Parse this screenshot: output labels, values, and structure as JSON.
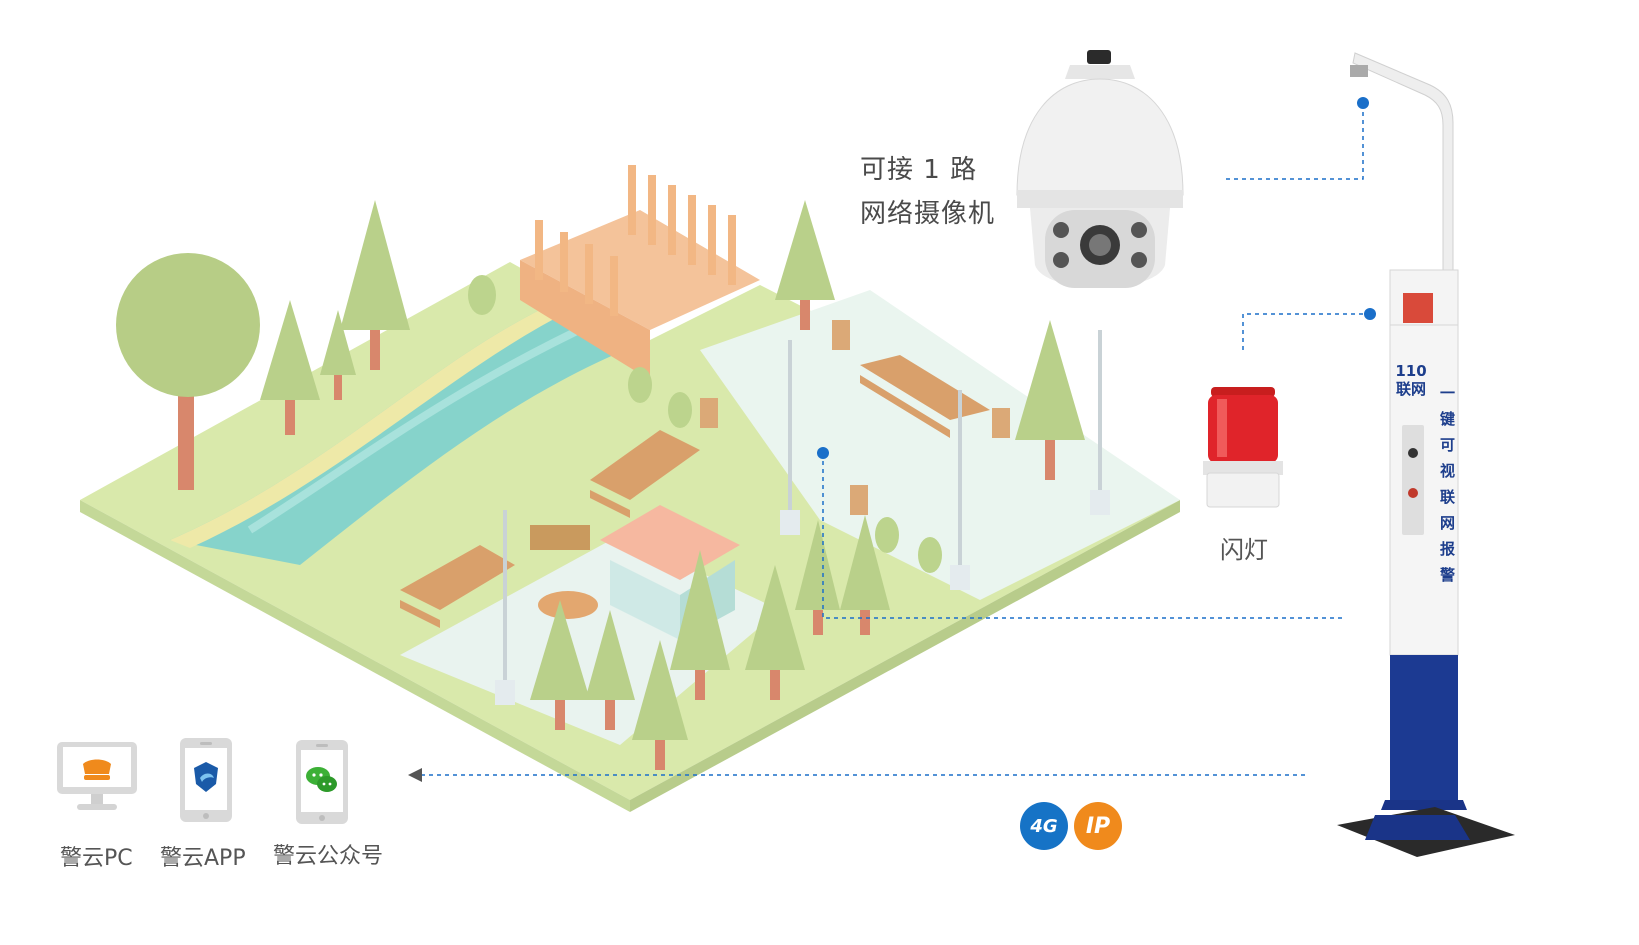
{
  "camera": {
    "line1": "可接 1 路",
    "line2": "网络摄像机"
  },
  "flash_light": {
    "label": "闪灯"
  },
  "pole": {
    "top_label_number": "110",
    "top_label_text": "联网",
    "vertical_text": "一键可视联网报警"
  },
  "network_badges": [
    {
      "label": "4G",
      "color": "#1673c6"
    },
    {
      "label": "IP",
      "color": "#f08a1c"
    }
  ],
  "clients": [
    {
      "label": "警云PC",
      "icon": "monitor-police-icon",
      "accent": "#f08a1c"
    },
    {
      "label": "警云APP",
      "icon": "phone-app-icon",
      "accent": "#1a5aa8"
    },
    {
      "label": "警云公众号",
      "icon": "phone-wechat-icon",
      "accent": "#3cb036"
    }
  ],
  "colors": {
    "connector": "#1a6fc9",
    "grass": "#d7e8a6",
    "river": "#7fd1cf",
    "pole_blue": "#1c3a92"
  }
}
